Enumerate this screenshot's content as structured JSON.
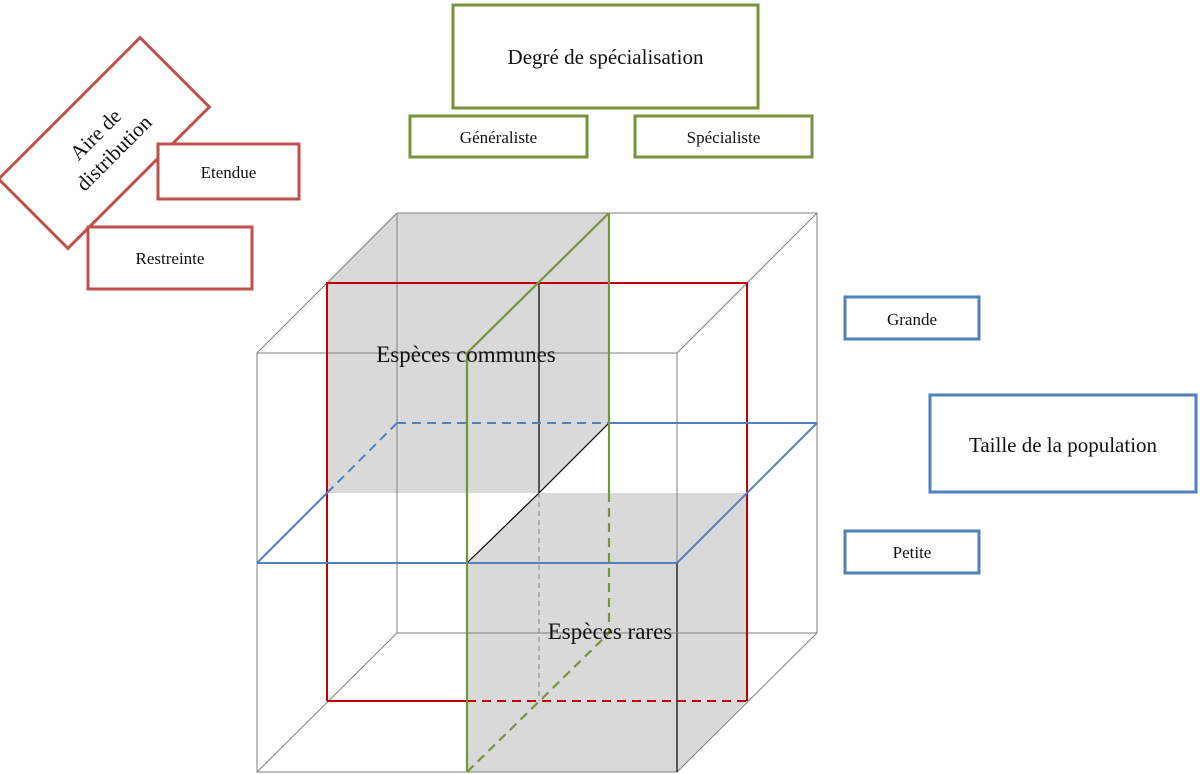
{
  "colors": {
    "red": "#c0504d",
    "green": "#77933c",
    "blue": "#4f81bd",
    "cube_red": "#c00000",
    "shade": "#d9d9d9",
    "edge": "#7f7f7f"
  },
  "specialisation": {
    "title": "Degré de spécialisation",
    "general": "Généraliste",
    "specialist": "Spécialiste"
  },
  "distribution": {
    "title_line1": "Aire de",
    "title_line2": "distribution",
    "wide": "Etendue",
    "narrow": "Restreinte"
  },
  "population": {
    "title": "Taille de la population",
    "large": "Grande",
    "small": "Petite"
  },
  "regions": {
    "common": "Espèces communes",
    "rare": "Espèces rares"
  }
}
